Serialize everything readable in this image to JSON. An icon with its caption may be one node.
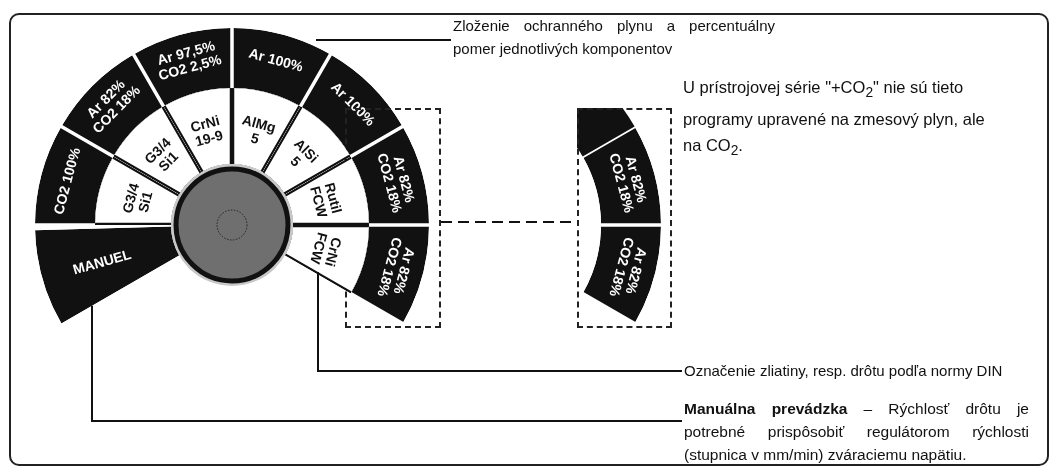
{
  "diagram": {
    "nodes": [
      {
        "text": [
          "Zloženie ochranného plynu a percentuálny pomer jednotlivých komponentov"
        ]
      },
      {
        "text": [
          "U prístrojovej série \"+CO$_{2}$\" nie sú tieto programy upravené na zmesový plyn, ale na CO$_{2}$."
        ]
      },
      {
        "text": [
          "Označenie zliatiny, resp. drôtu podľa normy DIN"
        ]
      },
      {
        "text": [
          "**Manuálna prevádzka** – Rýchlosť drôtu je potrebné prispôsobiť regulátorom rýchlosti (stupnica v mm/min) zváraciemu napätiu."
        ]
      },
      {
        "text": [
          "CO2 100%"
        ]
      },
      {
        "text": [
          "Ar 82% CO2 18%"
        ]
      },
      {
        "text": [
          "Ar 97,5% CO2 2,5%"
        ]
      },
      {
        "text": [
          "Ar 100%"
        ]
      },
      {
        "text": [
          "Ar 100%"
        ]
      },
      {
        "text": [],
        "shape": "box"
      },
      {
        "text": [
          "Ar 82% CO2 18%"
        ],
        "in": 9
      },
      {
        "text": [
          "Ar 82% CO2 18%"
        ],
        "in": 9
      },
      {
        "text": [
          "G3/4 Si1"
        ]
      },
      {
        "text": [
          "G3/4 Si1"
        ]
      },
      {
        "text": [
          "CrNi 19-9"
        ]
      },
      {
        "text": [
          "AlMg 5"
        ]
      },
      {
        "text": [
          "AlSi 5"
        ]
      },
      {
        "text": [
          "Rutil FCW"
        ]
      },
      {
        "text": [
          "CrNi FCW"
        ]
      },
      {
        "text": [
          "MANUEL"
        ]
      },
      {
        "text": [],
        "shape": "box"
      },
      {
        "text": [
          "Ar 82% CO2 18%"
        ],
        "in": 20
      },
      {
        "text": [
          "Ar 82% CO2 18%"
        ],
        "in": 20
      }
    ],
    "edges": [
      {
        "from": 0,
        "to": 7,
        "arrow": "none"
      },
      {
        "from": 2,
        "to": 18,
        "arrow": "none"
      },
      {
        "from": 3,
        "to": 19,
        "arrow": "none"
      },
      {
        "from": 9,
        "to": 20,
        "arrow": "none",
        "style": "dashed"
      }
    ]
  }
}
